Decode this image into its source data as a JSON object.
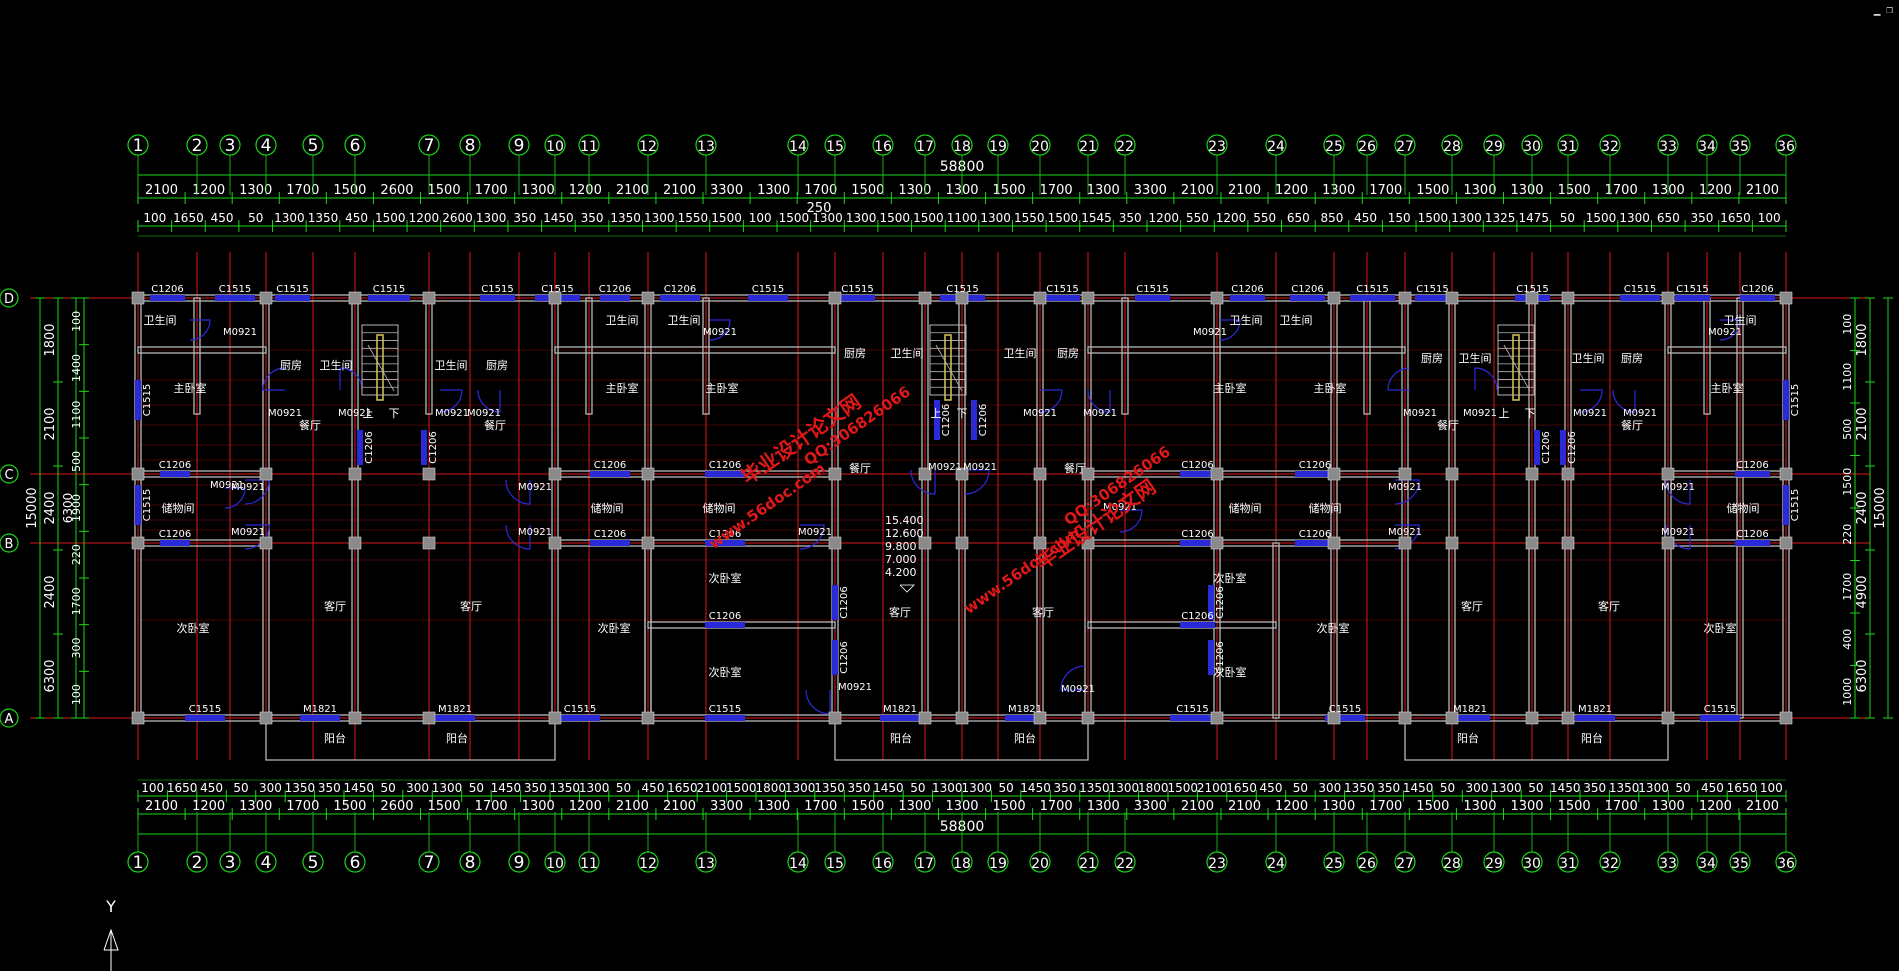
{
  "window": {
    "minimize_glyph": "▁",
    "restore_glyph": "❐"
  },
  "grid_top_labels": [
    "1",
    "2",
    "3",
    "4",
    "5",
    "6",
    "7",
    "8",
    "9",
    "10",
    "11",
    "12",
    "13",
    "14",
    "15",
    "16",
    "17",
    "18",
    "19",
    "20",
    "21",
    "22",
    "23",
    "24",
    "25",
    "26",
    "27",
    "28",
    "29",
    "30",
    "31",
    "32",
    "33",
    "34",
    "35",
    "36"
  ],
  "grid_left_labels": [
    "D",
    "C",
    "B",
    "A"
  ],
  "overall_dimension": "58800",
  "center_mark": "250",
  "dim_row1": [
    "2100",
    "1200",
    "1300",
    "1700",
    "1500",
    "2600",
    "1500",
    "1700",
    "1300",
    "1200",
    "2100",
    "2100",
    "3300",
    "1300",
    "1700",
    "1500",
    "1300",
    "1300",
    "1500",
    "1700",
    "1300",
    "3300",
    "2100",
    "2100",
    "1200",
    "1300",
    "1700",
    "1500",
    "1300",
    "1300",
    "1500",
    "1700",
    "1300",
    "1200",
    "2100"
  ],
  "dim_row2": [
    "100",
    "1650",
    "450",
    "50",
    "1300",
    "1350",
    "450",
    "1500",
    "1200",
    "2600",
    "1300",
    "350",
    "1450",
    "350",
    "1350",
    "1300",
    "1550",
    "1500",
    "100",
    "1500",
    "1300",
    "1300",
    "1500",
    "1500",
    "1100",
    "1300",
    "1550",
    "1500",
    "1545",
    "350",
    "1200",
    "550",
    "1200",
    "550",
    "650",
    "850",
    "450",
    "150",
    "1500",
    "1300",
    "1325",
    "1475",
    "50",
    "1500",
    "1300",
    "650",
    "350",
    "1650",
    "100"
  ],
  "dim_bottom1": [
    "100",
    "1650",
    "450",
    "50",
    "300",
    "1350",
    "350",
    "1450",
    "50",
    "300",
    "1300",
    "50",
    "1450",
    "350",
    "1350",
    "1300",
    "50",
    "450",
    "1650",
    "2100",
    "1500",
    "1800",
    "1300",
    "1350",
    "350",
    "1450",
    "50",
    "1300",
    "1300",
    "50",
    "1450",
    "350",
    "1350",
    "1300",
    "1800",
    "1500",
    "2100",
    "1650",
    "450",
    "50",
    "300",
    "1350",
    "350",
    "1450",
    "50",
    "300",
    "1300",
    "50",
    "1450",
    "350",
    "1350",
    "1300",
    "50",
    "450",
    "1650",
    "100"
  ],
  "dim_bottom2": [
    "2100",
    "1200",
    "1300",
    "1700",
    "1500",
    "2600",
    "1500",
    "1700",
    "1300",
    "1200",
    "2100",
    "2100",
    "3300",
    "1300",
    "1700",
    "1500",
    "1300",
    "1300",
    "1500",
    "1700",
    "1300",
    "3300",
    "2100",
    "2100",
    "1200",
    "1300",
    "1700",
    "1500",
    "1300",
    "1300",
    "1500",
    "1700",
    "1300",
    "1200",
    "2100"
  ],
  "left_dims_outer": [
    "15000"
  ],
  "left_dims_inner": [
    "1800",
    "2100",
    "2400",
    "2400",
    "6300"
  ],
  "left_dims_small": [
    "100",
    "1400",
    "1100",
    "500",
    "1900",
    "220",
    "1700",
    "300",
    "100"
  ],
  "left_dims_6300": [
    "6300"
  ],
  "right_dims_outer": [
    "15000"
  ],
  "right_dims_inner": [
    "1800",
    "2100",
    "2400",
    "4900",
    "6300"
  ],
  "right_dims_small": [
    "100",
    "1100",
    "500",
    "1500",
    "220",
    "1700",
    "400",
    "1000"
  ],
  "elevations": [
    "15.400",
    "12.600",
    "9.800",
    "7.000",
    "4.200"
  ],
  "rooms": [
    {
      "t": "卫生间"
    },
    {
      "t": "厨房"
    },
    {
      "t": "卫生间"
    },
    {
      "t": "卫生间"
    },
    {
      "t": "厨房"
    },
    {
      "t": "卫生间"
    },
    {
      "t": "卫生间"
    },
    {
      "t": "主卧室"
    },
    {
      "t": "餐厅"
    },
    {
      "t": "餐厅"
    },
    {
      "t": "主卧室"
    },
    {
      "t": "主卧室"
    },
    {
      "t": "储物间"
    },
    {
      "t": "储物间"
    },
    {
      "t": "储物间"
    },
    {
      "t": "次卧室"
    },
    {
      "t": "客厅"
    },
    {
      "t": "客厅"
    },
    {
      "t": "次卧室"
    },
    {
      "t": "次卧室"
    },
    {
      "t": "次卧室"
    },
    {
      "t": "阳台"
    },
    {
      "t": "阳台"
    },
    {
      "t": "厨房"
    },
    {
      "t": "卫生间"
    },
    {
      "t": "餐厅"
    },
    {
      "t": "卫生间"
    },
    {
      "t": "厨房"
    },
    {
      "t": "餐厅"
    },
    {
      "t": "客厅"
    },
    {
      "t": "客厅"
    },
    {
      "t": "阳台"
    },
    {
      "t": "阳台"
    },
    {
      "t": "卫生间"
    },
    {
      "t": "卫生间"
    },
    {
      "t": "主卧室"
    },
    {
      "t": "主卧室"
    },
    {
      "t": "储物间"
    },
    {
      "t": "储物间"
    },
    {
      "t": "次卧室"
    },
    {
      "t": "次卧室"
    },
    {
      "t": "次卧室"
    },
    {
      "t": "厨房"
    },
    {
      "t": "卫生间"
    },
    {
      "t": "卫生间"
    },
    {
      "t": "厨房"
    },
    {
      "t": "餐厅"
    },
    {
      "t": "餐厅"
    },
    {
      "t": "客厅"
    },
    {
      "t": "客厅"
    },
    {
      "t": "阳台"
    },
    {
      "t": "阳台"
    },
    {
      "t": "卫生间"
    },
    {
      "t": "主卧室"
    },
    {
      "t": "储物间"
    },
    {
      "t": "次卧室"
    }
  ],
  "door_window_tags": {
    "c1206": "C1206",
    "c1515": "C1515",
    "m0921": "M0921",
    "m1821": "M1821"
  },
  "stair": {
    "up": "上",
    "down": "下"
  },
  "watermarks": [
    {
      "t": "毕业设计论文网"
    },
    {
      "t": "www.56doc.com"
    },
    {
      "t": "QQ:306826066"
    },
    {
      "t": "毕业设计论文网"
    },
    {
      "t": "www.56doc.com"
    },
    {
      "t": "QQ:306826066"
    }
  ],
  "ucs": {
    "y": "Y"
  },
  "colors": {
    "bg": "#000000",
    "grid": "#d81818",
    "dim": "#19d619",
    "dimtext": "#ffffff",
    "wall": "#b8b8b8",
    "window": "#2a2ad8",
    "door": "#2a2ad8",
    "column": "#8a8a8a",
    "bubble": "#19d619",
    "room_text": "#ffffff",
    "watermark": "#e01818",
    "stair": "#d8c85a"
  }
}
